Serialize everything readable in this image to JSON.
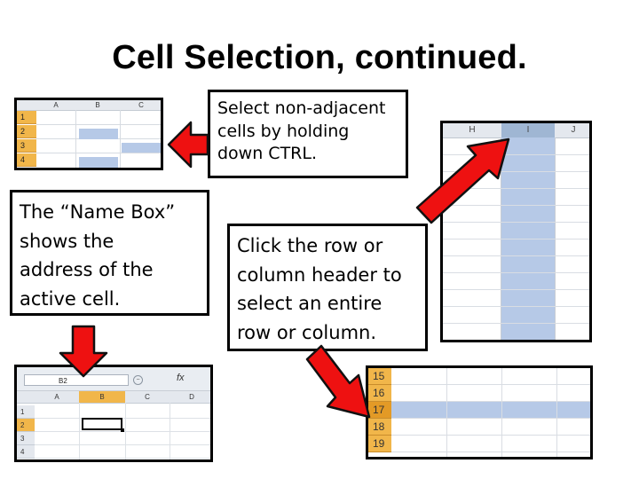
{
  "slide": {
    "title": "Cell Selection, continued."
  },
  "callouts": {
    "non_adjacent": [
      "Select non-adjacent",
      "cells by holding",
      "down CTRL."
    ],
    "name_box": [
      "The “Name Box”",
      "shows the",
      "address of the",
      "active cell."
    ],
    "row_column": [
      "Click the row or",
      "column header to",
      "select an entire",
      "row or column."
    ]
  },
  "sheet_non_adjacent": {
    "columns": [
      "A",
      "B",
      "C"
    ],
    "rows": [
      "1",
      "2",
      "3",
      "4"
    ]
  },
  "sheet_column": {
    "columns": [
      "H",
      "I",
      "J"
    ],
    "selected_column": "I"
  },
  "sheet_name_box": {
    "name_box_value": "B2",
    "fx_label": "fx",
    "columns": [
      "A",
      "B",
      "C",
      "D"
    ],
    "rows": [
      "1",
      "2",
      "3",
      "4"
    ]
  },
  "sheet_row": {
    "rows": [
      "15",
      "16",
      "17",
      "18",
      "19"
    ],
    "selected_row": "17"
  },
  "colors": {
    "arrow": "#ee1111",
    "selection": "#b6c9e7",
    "row_header_active": "#f1b64a"
  }
}
